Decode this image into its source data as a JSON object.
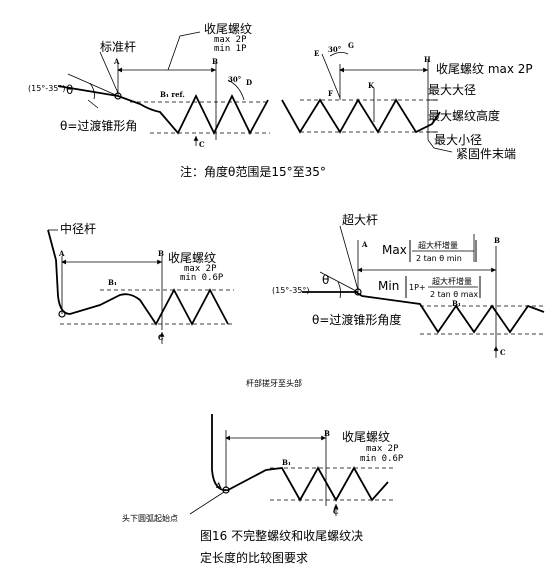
{
  "panel1": {
    "standard_rod": "标准杆",
    "runout_thread": "收尾螺纹",
    "max_2p": "max 2P",
    "min_1p": "min 1P",
    "angle_range": "(15°-35°)",
    "theta": "θ",
    "transition_cone": "θ=过渡锥形角",
    "b1_ref": "B₁ ref.",
    "angle_30": "30°",
    "pt_A": "A",
    "pt_B": "B",
    "pt_C": "C",
    "pt_D": "D"
  },
  "panel2": {
    "runout_max": "收尾螺纹 max 2P",
    "max_major": "最大大径",
    "max_thread_height": "最大螺纹高度",
    "max_minor": "最大小径",
    "fastener_end": "紧固件末端",
    "angle_30": "30°",
    "pt_E": "E",
    "pt_G": "G",
    "pt_H": "H",
    "pt_F": "F",
    "pt_K": "K"
  },
  "note": "注：角度θ范围是15°至35°",
  "panel3": {
    "pitch_rod": "中径杆",
    "runout_thread": "收尾螺纹",
    "max_2p": "max 2P",
    "min_06p": "min 0.6P",
    "pt_A": "A",
    "pt_B": "B",
    "pt_B1": "B₁",
    "pt_C": "C"
  },
  "panel4": {
    "oversize_rod": "超大杆",
    "max_label": "Max",
    "max_num": "超大杆增量",
    "max_den": "2 tan θ min",
    "min_label": "Min",
    "min_prefix": "1P+",
    "min_num": "超大杆增量",
    "min_den": "2 tan θ max",
    "angle_range": "(15°-35°)",
    "theta": "θ",
    "transition_cone": "θ=过渡锥形角度",
    "pt_A": "A",
    "pt_B": "B",
    "pt_B1": "B₁",
    "pt_C": "C"
  },
  "panel5": {
    "title": "杆部搓牙至头部",
    "runout_thread": "收尾螺纹",
    "max_2p": "max 2P",
    "min_06p": "min 0.6P",
    "fillet_start": "头下圆弧起始点",
    "pt_A": "A",
    "pt_B": "B",
    "pt_B1": "B₁",
    "pt_C": "C"
  },
  "caption_line1": "图16 不完整螺纹和收尾螺纹决",
  "caption_line2": "定长度的比较图要求"
}
